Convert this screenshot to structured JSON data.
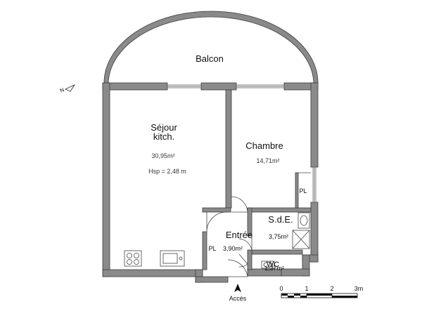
{
  "rooms": {
    "balcon": {
      "name": "Balcon"
    },
    "sejour": {
      "name_line1": "Séjour",
      "name_line2": "kitch.",
      "area": "30,95m²",
      "height": "Hsp = 2,48 m"
    },
    "chambre": {
      "name": "Chambre",
      "area": "14,71m²"
    },
    "sde": {
      "name": "S.d.E.",
      "area": "3,75m²"
    },
    "entree": {
      "name": "Entrée",
      "area": "3,90m²"
    },
    "wc": {
      "name": "WC",
      "area": "1,37m²"
    },
    "pl_chambre": {
      "name": "PL"
    },
    "pl_entree": {
      "name": "PL"
    }
  },
  "access": {
    "label": "Accès"
  },
  "compass": {
    "label": "N"
  },
  "scale": {
    "ticks": [
      "0",
      "1",
      "2",
      "3m"
    ]
  },
  "colors": {
    "wall": "#8a8a8a",
    "wall_outline": "#3c3c3c",
    "background": "#ffffff"
  }
}
